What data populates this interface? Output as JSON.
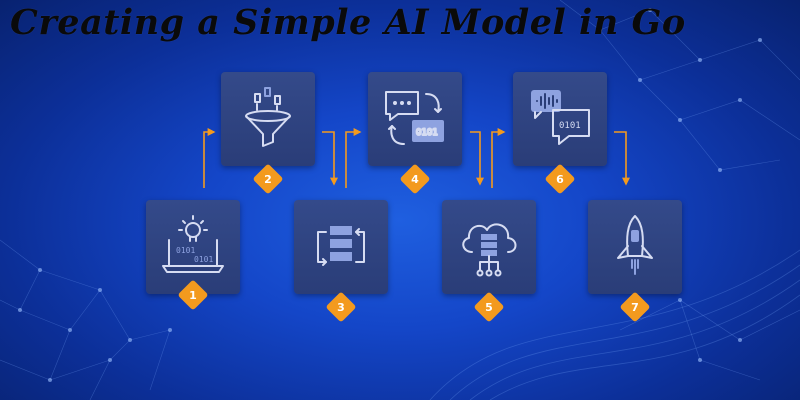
{
  "title": "Creating a Simple AI Model in Go",
  "steps": [
    {
      "number": "1",
      "icon": "laptop-idea-binary-icon"
    },
    {
      "number": "2",
      "icon": "data-funnel-icon"
    },
    {
      "number": "3",
      "icon": "data-cycle-stack-icon"
    },
    {
      "number": "4",
      "icon": "chat-binary-exchange-icon"
    },
    {
      "number": "5",
      "icon": "cloud-server-icon"
    },
    {
      "number": "6",
      "icon": "voice-binary-chat-icon"
    },
    {
      "number": "7",
      "icon": "rocket-launch-icon"
    }
  ],
  "colors": {
    "accent": "#f39a1e",
    "tile": "#2f447f",
    "icon": "#d6dcf2",
    "background": "#1446c8"
  }
}
